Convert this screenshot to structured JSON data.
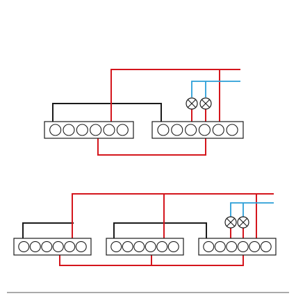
{
  "colors": {
    "background": "#ffffff",
    "block_outline": "#1a1a1a",
    "terminal": "#1a1a1a",
    "wire_black": "#1a1a1a",
    "wire_red": "#d4151c",
    "wire_blue": "#2a9fd8",
    "lamp": "#1a1a1a",
    "ground_line": "#555555"
  },
  "icons": {
    "lamp": "lamp-symbol-icon",
    "terminal": "screw-terminal-icon"
  },
  "diagrams": [
    {
      "name": "two-switch-circuit",
      "switch_blocks": 2,
      "terminals_per_block": 6,
      "lamps": 2
    },
    {
      "name": "three-switch-circuit",
      "switch_blocks": 3,
      "terminals_per_block": 6,
      "lamps": 2
    }
  ]
}
